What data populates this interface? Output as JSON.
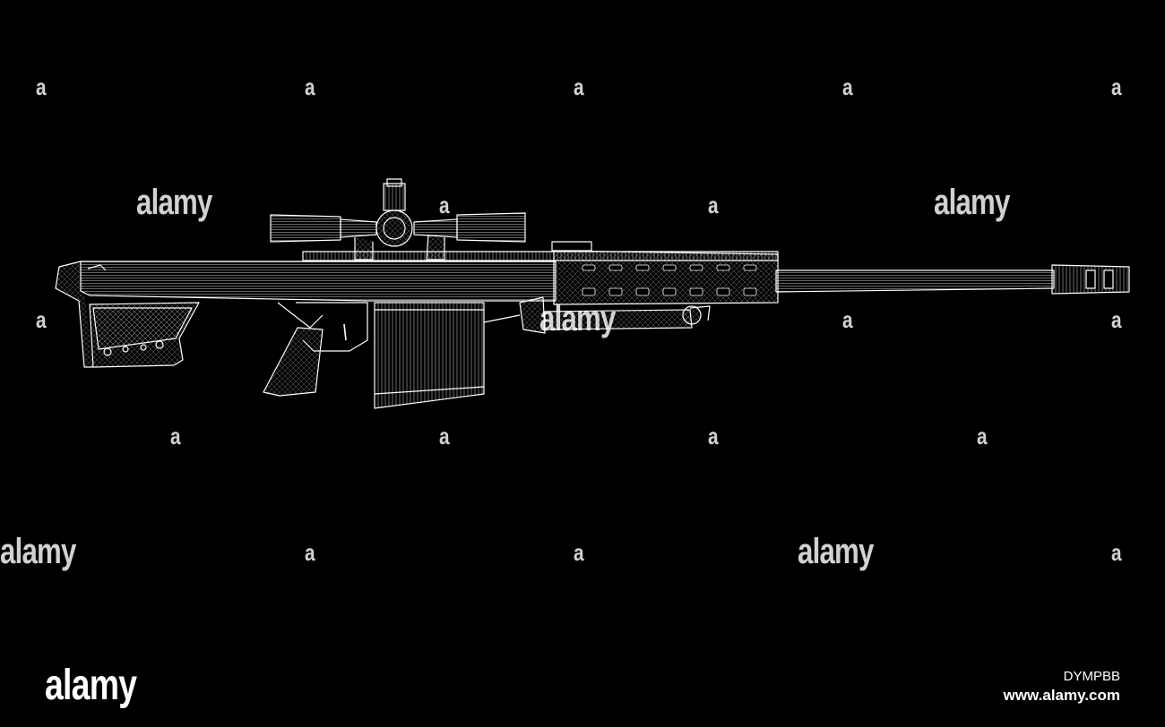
{
  "watermark": {
    "word": "alamy",
    "letter": "a"
  },
  "footer": {
    "logo": "alamy",
    "image_id": "DYMPBB",
    "url": "www.alamy.com"
  },
  "colors": {
    "background": "#000000",
    "wireframe": "#ffffff"
  }
}
